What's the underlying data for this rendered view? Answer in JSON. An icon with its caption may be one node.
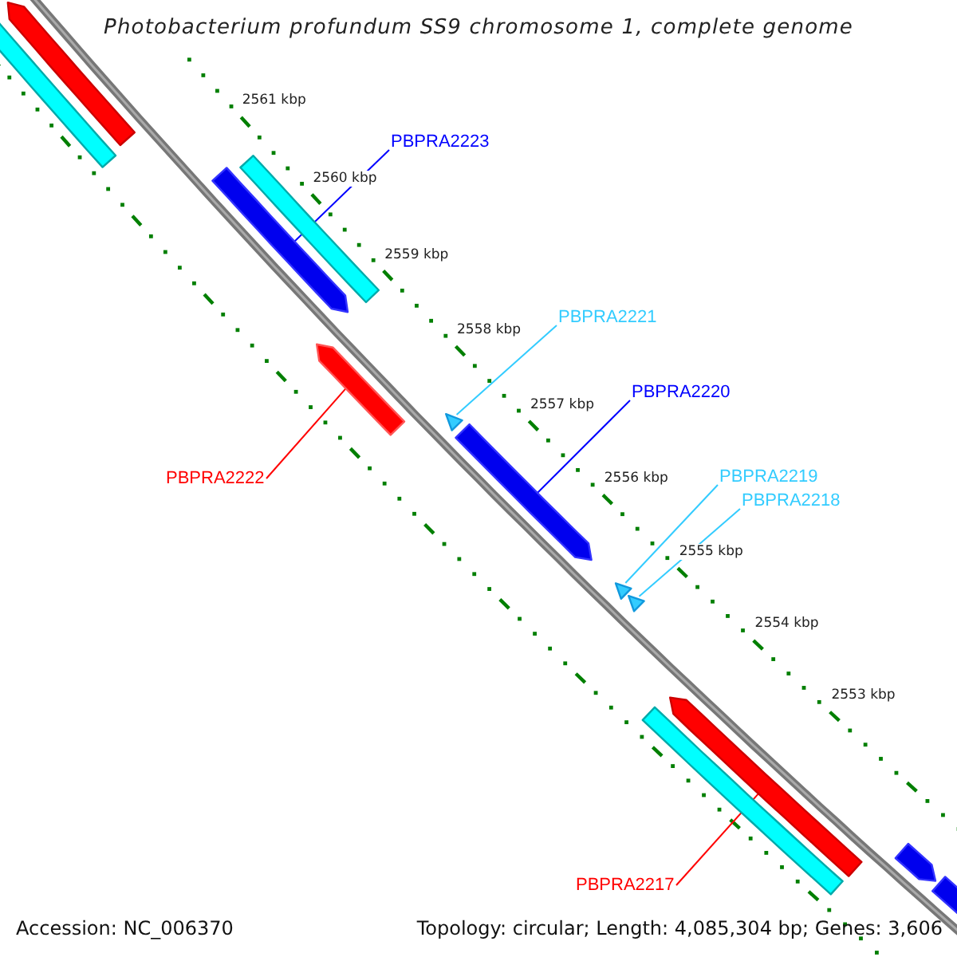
{
  "diagram": {
    "title": "Photobacterium profundum SS9 chromosome 1, complete genome",
    "nodes": [
      {
        "text": [],
        "shape": "arrow"
      },
      {
        "text": [],
        "shape": "bar"
      },
      {
        "text": [
          "PBPRA2223"
        ]
      },
      {
        "text": [],
        "shape": "bar"
      },
      {
        "text": [],
        "shape": "arrow"
      },
      {
        "text": [
          "PBPRA2221"
        ]
      },
      {
        "text": [],
        "shape": "arrow"
      },
      {
        "text": [],
        "shape": "triangle"
      },
      {
        "text": [
          "PBPRA2220"
        ]
      },
      {
        "text": [],
        "shape": "arrow"
      },
      {
        "text": [
          "PBPRA2222"
        ]
      },
      {
        "text": [
          "PBPRA2219"
        ]
      },
      {
        "text": [
          "PBPRA2218"
        ]
      },
      {
        "text": [],
        "shape": "triangle"
      },
      {
        "text": [],
        "shape": "triangle"
      },
      {
        "text": [],
        "shape": "arrow"
      },
      {
        "text": [],
        "shape": "bar"
      },
      {
        "text": [],
        "shape": "arrow"
      },
      {
        "text": [],
        "shape": "arrow"
      },
      {
        "text": [
          "PBPRA2217"
        ]
      }
    ],
    "edges": [
      {
        "from": 2,
        "to": 4,
        "arrow": "none",
        "color": "#0000ff"
      },
      {
        "from": 5,
        "to": 7,
        "arrow": "none"
      },
      {
        "from": 8,
        "to": 9,
        "arrow": "none",
        "color": "#0000ff"
      },
      {
        "from": 10,
        "to": 6,
        "arrow": "none",
        "color": "#ff0000"
      },
      {
        "from": 11,
        "to": 13,
        "arrow": "none"
      },
      {
        "from": 12,
        "to": 14,
        "arrow": "none"
      },
      {
        "from": 19,
        "to": 15,
        "arrow": "none",
        "color": "#ff0000"
      }
    ],
    "labels": [
      "2561 kbp",
      "2560 kbp",
      "2559 kbp",
      "2558 kbp",
      "2557 kbp",
      "2556 kbp",
      "2555 kbp",
      "2554 kbp",
      "2553 kbp",
      "Accession: NC_006370",
      "Topology: circular; Length: 4,085,304 bp; Genes: 3,606"
    ]
  }
}
